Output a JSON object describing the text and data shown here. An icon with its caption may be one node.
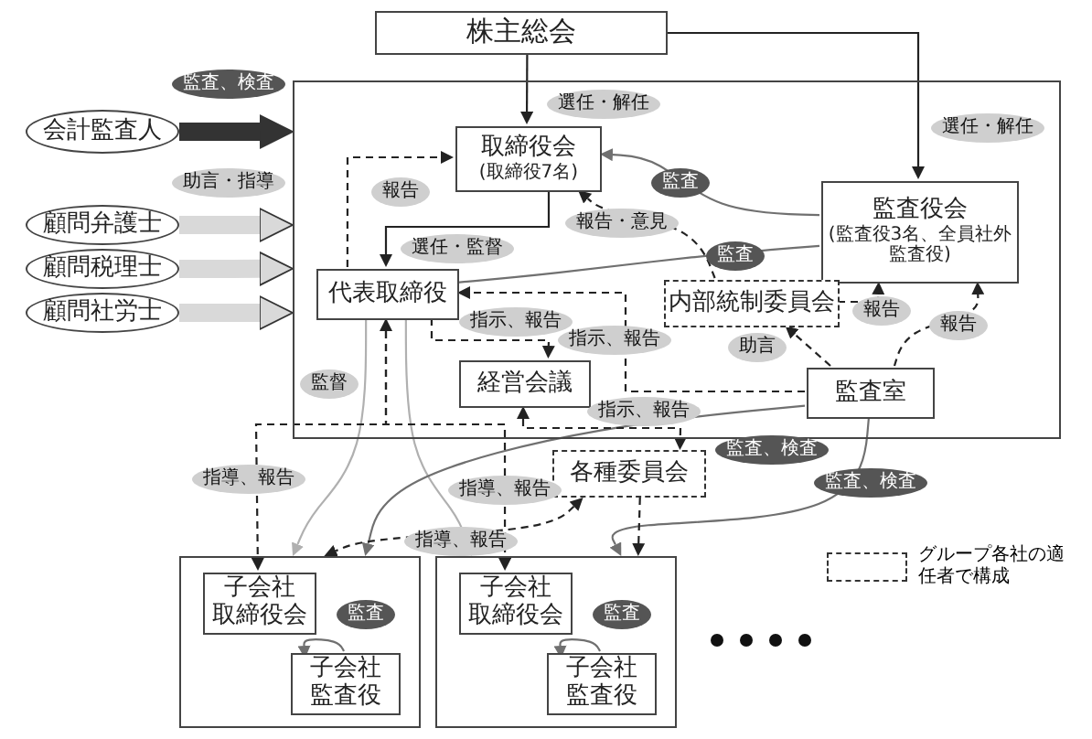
{
  "diagram": {
    "nodes": [
      {
        "text": [
          "株主総会"
        ]
      },
      {
        "text": [],
        "shape": "box"
      },
      {
        "text": [
          "取締役会",
          "(取締役7名)"
        ],
        "in": 1
      },
      {
        "text": [
          "監査役会",
          "(監査役3名、全員社外監査役)"
        ],
        "in": 1
      },
      {
        "text": [
          "代表取締役"
        ],
        "in": 1
      },
      {
        "text": [
          "内部統制委員会"
        ],
        "in": 1
      },
      {
        "text": [
          "経営会議"
        ],
        "in": 1
      },
      {
        "text": [
          "監査室"
        ],
        "in": 1
      },
      {
        "text": [
          "各種委員会"
        ]
      },
      {
        "text": [],
        "shape": "box"
      },
      {
        "text": [
          "子会社",
          "取締役会"
        ],
        "in": 9
      },
      {
        "text": [
          "子会社",
          "監査役"
        ],
        "in": 9
      },
      {
        "text": [],
        "shape": "box"
      },
      {
        "text": [
          "子会社",
          "取締役会"
        ],
        "in": 12
      },
      {
        "text": [
          "子会社",
          "監査役"
        ],
        "in": 12
      },
      {
        "text": [
          "会計監査人"
        ]
      },
      {
        "text": [
          "顧問弁護士"
        ]
      },
      {
        "text": [
          "顧問税理士"
        ]
      },
      {
        "text": [
          "顧問社労士"
        ]
      }
    ],
    "edges": [
      {
        "from": 0,
        "to": 2,
        "arrow": "to",
        "label": "選任・解任"
      },
      {
        "from": 0,
        "to": 3,
        "arrow": "to",
        "label": "選任・解任"
      },
      {
        "from": 2,
        "to": 4,
        "arrow": "to",
        "label": "選任・監督"
      },
      {
        "from": 4,
        "to": 2,
        "arrow": "to",
        "label": "報告",
        "style": "dashed"
      },
      {
        "from": 3,
        "to": 2,
        "arrow": "to",
        "label": "監査",
        "color": "#707070"
      },
      {
        "from": 3,
        "to": 4,
        "arrow": "none",
        "label": "監査",
        "color": "#707070"
      },
      {
        "from": 5,
        "to": 2,
        "arrow": "to",
        "label": "報告・意見",
        "style": "dashed"
      },
      {
        "from": 5,
        "to": 3,
        "arrow": "to",
        "label": "報告",
        "style": "dashed"
      },
      {
        "from": 7,
        "to": 3,
        "arrow": "to",
        "label": "報告",
        "style": "dashed"
      },
      {
        "from": 7,
        "to": 5,
        "arrow": "to",
        "label": "助言",
        "style": "dashed"
      },
      {
        "from": 4,
        "to": 6,
        "arrow": "to",
        "label": "指示、報告",
        "style": "dashed"
      },
      {
        "from": 7,
        "to": 4,
        "arrow": "to",
        "label": "指示、報告",
        "style": "dashed"
      },
      {
        "from": 4,
        "to": 9,
        "arrow": "to",
        "label": "監督",
        "color": "#b0b0b0"
      },
      {
        "from": 4,
        "to": 12,
        "arrow": "to",
        "color": "#b0b0b0"
      },
      {
        "from": 7,
        "to": 9,
        "arrow": "to",
        "label": "監査、検査",
        "color": "#707070"
      },
      {
        "from": 7,
        "to": 12,
        "arrow": "to",
        "label": "監査、検査",
        "color": "#707070"
      },
      {
        "from": 4,
        "to": 10,
        "arrow": "both",
        "label": "指導、報告",
        "style": "dashed"
      },
      {
        "from": 4,
        "to": 13,
        "arrow": "to",
        "label": "指導、報告",
        "style": "dashed"
      },
      {
        "from": 6,
        "to": 8,
        "arrow": "both",
        "label": "指示、報告",
        "style": "dashed"
      },
      {
        "from": 8,
        "to": 9,
        "arrow": "both",
        "label": "指導、報告",
        "style": "dashed"
      },
      {
        "from": 8,
        "to": 12,
        "arrow": "to",
        "style": "dashed"
      },
      {
        "from": 11,
        "to": 10,
        "arrow": "to",
        "label": "監査",
        "color": "#707070"
      },
      {
        "from": 14,
        "to": 13,
        "arrow": "to",
        "label": "監査",
        "color": "#707070"
      },
      {
        "from": 15,
        "to": 1,
        "arrow": "to",
        "label": "監査、検査",
        "style": "thick",
        "color": "#333333"
      },
      {
        "from": 16,
        "to": 1,
        "arrow": "to",
        "label": "助言・指導",
        "style": "thick",
        "color": "#d9d9d9"
      },
      {
        "from": 17,
        "to": 1,
        "arrow": "to",
        "style": "thick",
        "color": "#d9d9d9"
      },
      {
        "from": 18,
        "to": 1,
        "arrow": "to",
        "style": "thick",
        "color": "#d9d9d9"
      }
    ],
    "legend": [
      {
        "text": "グループ各社の適任者で構成"
      }
    ]
  }
}
